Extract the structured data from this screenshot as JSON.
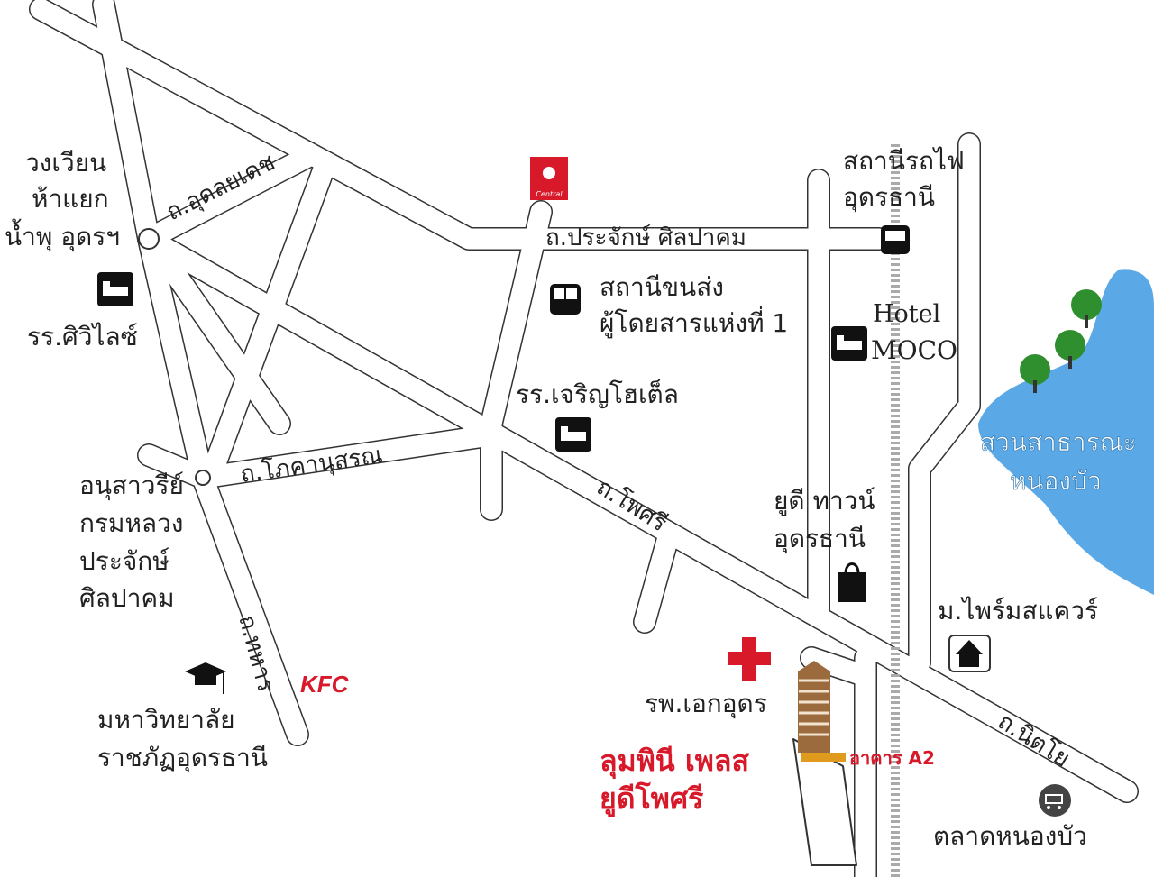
{
  "title": "แผนที่ ลุมพินี เพลส ยูดีโพศรี",
  "colors": {
    "accent": "#d7192a",
    "lake": "#5aa9e6",
    "tree": "#2f8f2f",
    "road_outline": "#333333"
  },
  "roads": {
    "udondussadee": "ถ.อุดลยเดช",
    "prajak": "ถ.ประจักษ์ ศิลปาคม",
    "kokhan": "ถ.โภคานุสรณ",
    "phosri": "ถ.โพศรี",
    "thahan": "ถ.ทหาร",
    "nittayo": "ถ.นิตโย"
  },
  "places": {
    "fountain_circle": [
      "วงเวียน",
      "ห้าแยก",
      "น้ำพุ อุดรฯ"
    ],
    "siwilai_hotel": "รร.ศิวิไลซ์",
    "monument": [
      "อนุสาวรีย์",
      "กรมหลวง",
      "ประจักษ์",
      "ศิลปาคม"
    ],
    "university": [
      "มหาวิทยาลัย",
      "ราชภัฏอุดรธานี"
    ],
    "kfc": "KFC",
    "central": "Central",
    "bus_station": [
      "สถานีขนส่ง",
      "ผู้โดยสารแห่งที่ 1"
    ],
    "charoen_hotel": "รร.เจริญโฮเต็ล",
    "train_station": [
      "สถานีรถไฟ",
      "อุดรธานี"
    ],
    "hotel_moco": [
      "Hotel",
      "MOCO"
    ],
    "ud_town": [
      "ยูดี ทาวน์",
      "อุดรธานี"
    ],
    "park": [
      "สวนสาธารณะ",
      "หนองบัว"
    ],
    "prime_square": "ม.ไพร์มสแควร์",
    "hospital": "รพ.เอกอุดร",
    "project": [
      "ลุมพินี เพลส",
      "ยูดีโพศรี"
    ],
    "building": "อาคาร A2",
    "market": "ตลาดหนองบัว"
  }
}
